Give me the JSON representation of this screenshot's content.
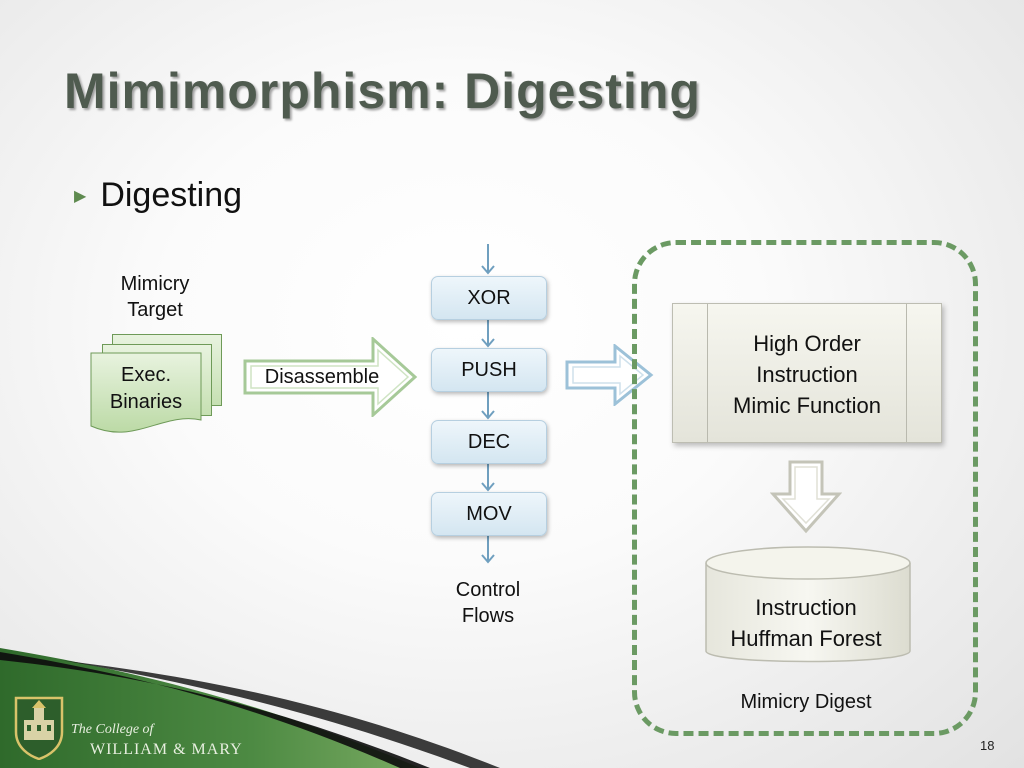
{
  "slide": {
    "title": "Mimimorphism: Digesting",
    "bullet": "Digesting",
    "page_number": "18"
  },
  "diagram": {
    "mimicry_target_label": [
      "Mimicry",
      "Target"
    ],
    "exec_binaries_label": [
      "Exec.",
      "Binaries"
    ],
    "disassemble_label": "Disassemble",
    "instructions": [
      "XOR",
      "PUSH",
      "DEC",
      "MOV"
    ],
    "control_flows_label": [
      "Control",
      "Flows"
    ],
    "high_order_label": [
      "High Order",
      "Instruction",
      "Mimic Function"
    ],
    "huffman_label": [
      "Instruction",
      "Huffman Forest"
    ],
    "digest_label": "Mimicry Digest"
  },
  "footer": {
    "line1": "The College of",
    "line2": "WILLIAM & MARY"
  },
  "colors": {
    "title": "#4f5b4f",
    "accent_green": "#6b9a63",
    "instr_fill": "#dfeef7",
    "instr_arrow": "#6f9fbf",
    "footer_green": "#3f7a37"
  }
}
